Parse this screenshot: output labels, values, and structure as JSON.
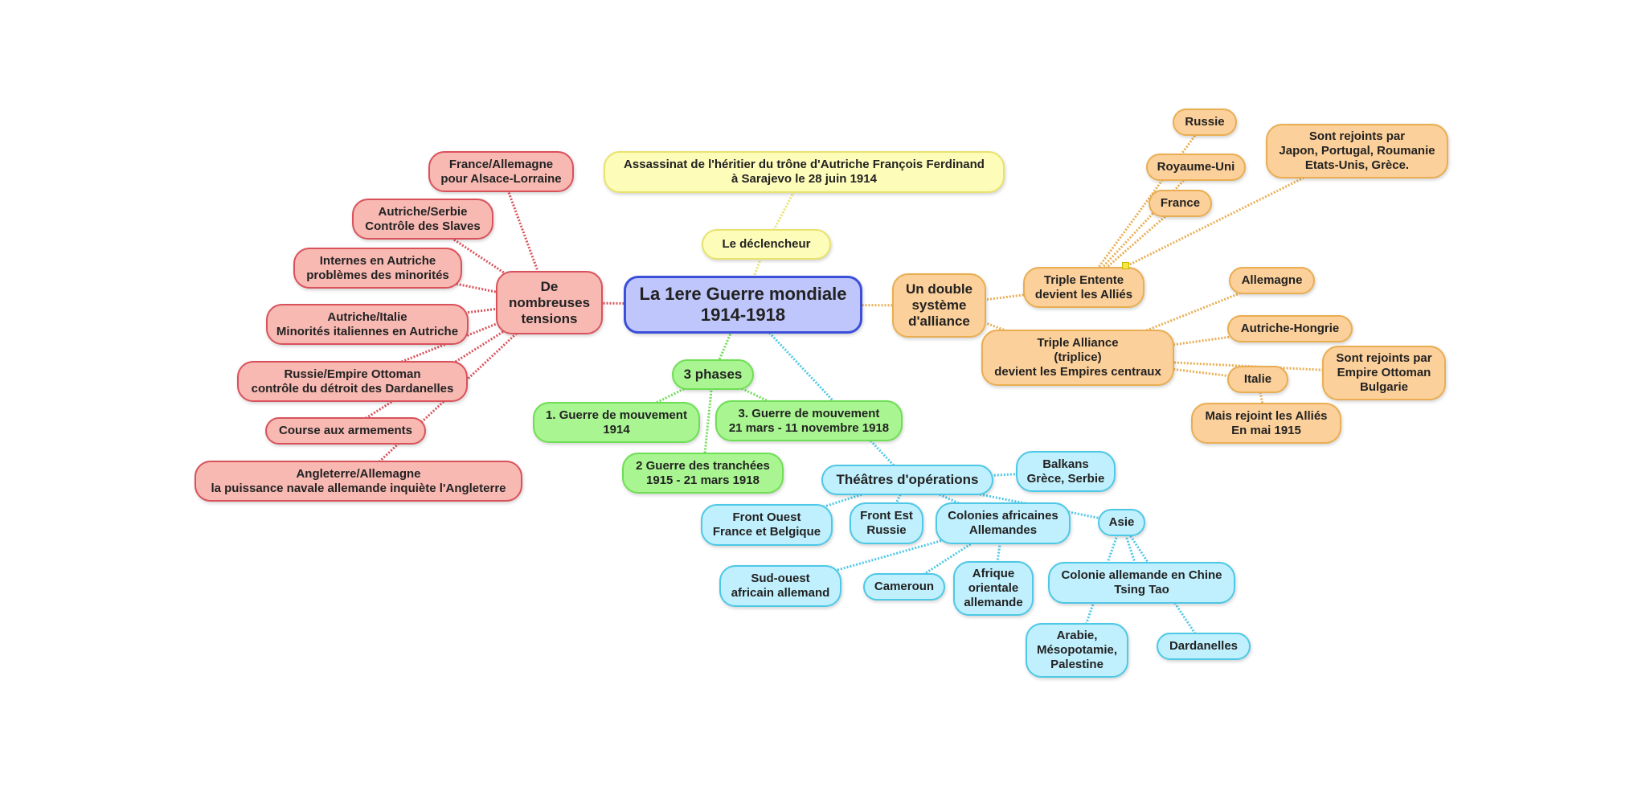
{
  "colors": {
    "tensions": "#d9525b",
    "declencheur": "#e8e36d",
    "center": "#3b4fd8",
    "alliances": "#e9ae52",
    "phases": "#6ede55",
    "theatres": "#4dc8e6"
  },
  "nodes": {
    "center": "La 1ere Guerre mondiale\n1914-1918",
    "tensions": "De\nnombreuses\ntensions",
    "t_alsace": "France/Allemagne\npour Alsace-Lorraine",
    "t_serbie": "Autriche/Serbie\nContrôle des Slaves",
    "t_internes": "Internes en Autriche\nproblèmes des minorités",
    "t_italie": "Autriche/Italie\nMinorités italiennes en Autriche",
    "t_ottoman": "Russie/Empire Ottoman\ncontrôle du détroit des Dardanelles",
    "t_armements": "Course aux armements",
    "t_angleterre": "Angleterre/Allemagne\nla puissance navale allemande inquiète l'Angleterre",
    "declencheur": "Le déclencheur",
    "assassinat": "Assassinat de l'héritier du trône d'Autriche François Ferdinand\nà Sarajevo le 28 juin 1914",
    "alliance": "Un double\nsystème\nd'alliance",
    "entente": "Triple Entente\ndevient les Alliés",
    "russie": "Russie",
    "ru": "Royaume-Uni",
    "france": "France",
    "rejoints_allies": "Sont rejoints par\nJapon, Portugal, Roumanie\nEtats-Unis, Grèce.",
    "triple_alliance": "Triple Alliance\n(triplice)\ndevient les Empires centraux",
    "allemagne": "Allemagne",
    "autriche": "Autriche-Hongrie",
    "rejoints_centraux": "Sont rejoints par\nEmpire Ottoman\nBulgarie",
    "italie": "Italie",
    "italie_allies": "Mais rejoint les Alliés\nEn mai 1915",
    "phases": "3 phases",
    "phase1": "1. Guerre de mouvement\n1914",
    "phase2": "2 Guerre des tranchées\n1915 - 21 mars 1918",
    "phase3": "3. Guerre de mouvement\n21 mars - 11 novembre 1918",
    "theatres": "Théâtres d'opérations",
    "balkans": "Balkans\nGrèce, Serbie",
    "front_ouest": "Front Ouest\nFrance et Belgique",
    "front_est": "Front Est\nRussie",
    "colonies": "Colonies africaines\nAllemandes",
    "asie": "Asie",
    "sud_ouest": "Sud-ouest\nafricain allemand",
    "cameroun": "Cameroun",
    "afrique_orientale": "Afrique\norientale\nallemande",
    "chine": "Colonie allemande en Chine\nTsing Tao",
    "arabie": "Arabie,\nMésopotamie,\nPalestine",
    "dardanelles": "Dardanelles"
  }
}
